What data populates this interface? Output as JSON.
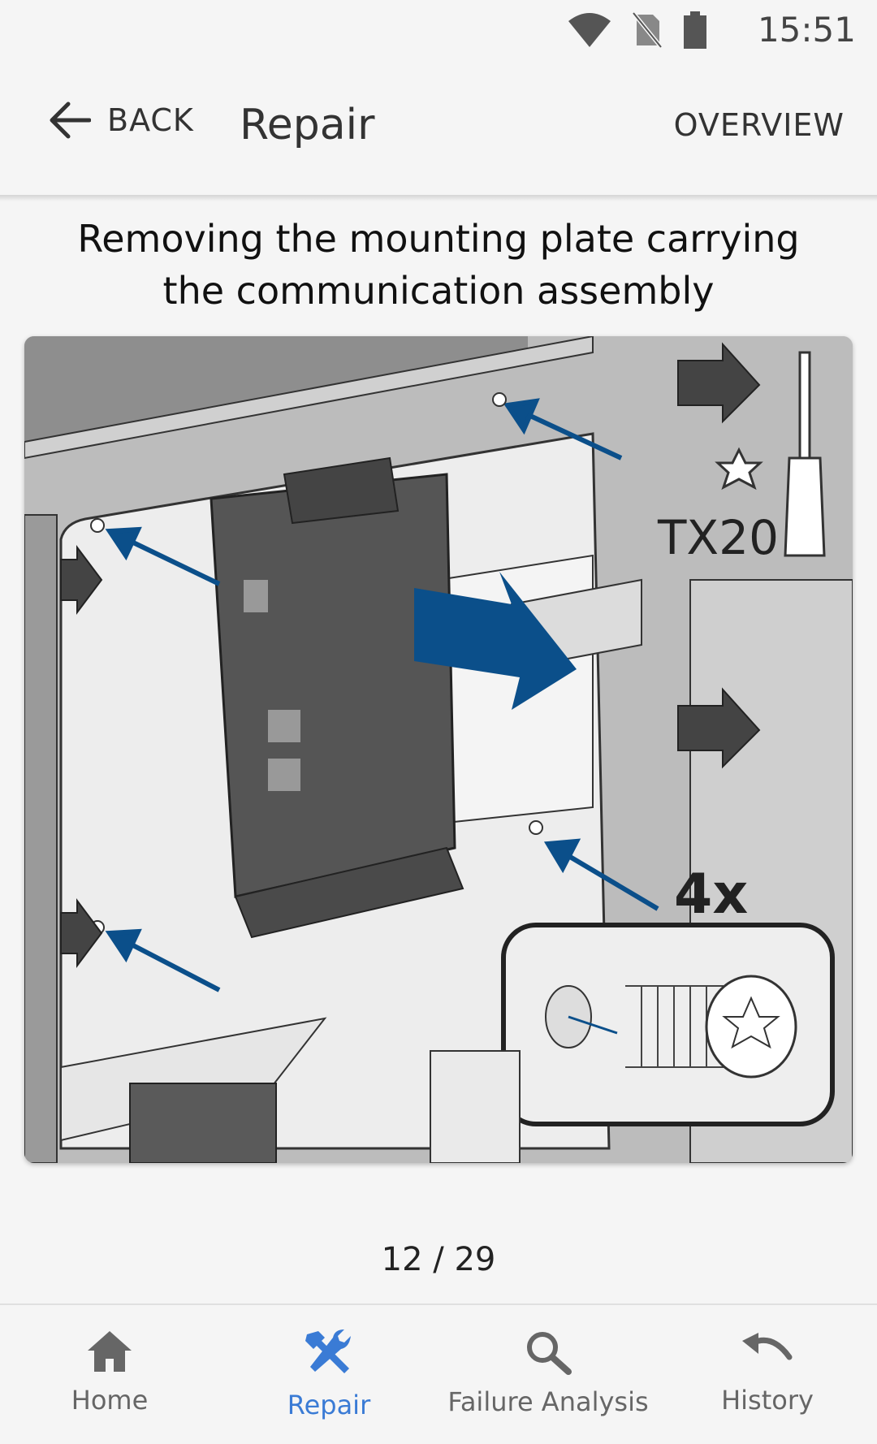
{
  "status_bar": {
    "time": "15:51",
    "icons": [
      "wifi-icon",
      "no-sim-icon",
      "battery-icon"
    ]
  },
  "app_bar": {
    "back_label": "BACK",
    "title": "Repair",
    "overview_label": "OVERVIEW"
  },
  "step": {
    "heading": "Removing the mounting plate carrying the communication assembly",
    "tool_label": "TX20",
    "count_label": "4x"
  },
  "pager": {
    "text": "12 / 29"
  },
  "bottom_nav": {
    "items": [
      {
        "label": "Home",
        "icon": "home-icon"
      },
      {
        "label": "Repair",
        "icon": "repair-tools-icon",
        "active": true
      },
      {
        "label": "Failure Analysis",
        "icon": "search-icon"
      },
      {
        "label": "History",
        "icon": "undo-icon"
      }
    ]
  },
  "colors": {
    "accent": "#3a7bd5",
    "arrow_blue": "#0b4f8a",
    "text": "#222222",
    "background": "#f5f5f5"
  }
}
